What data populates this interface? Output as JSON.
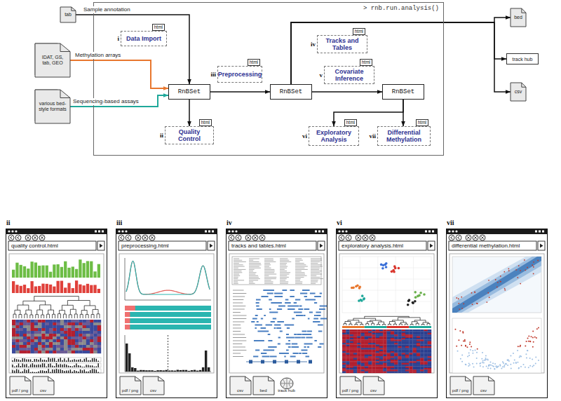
{
  "diagram": {
    "nodes": [
      {
        "text": [
          "> rnb.run.analysis()"
        ]
      },
      {
        "text": [
          "tab"
        ]
      },
      {
        "text": [
          "IDAT, GS, tab, GEO"
        ]
      },
      {
        "text": [
          "various bed-style formats"
        ]
      },
      {
        "text": [
          "i",
          "Data Import",
          "html"
        ],
        "in": 0
      },
      {
        "text": [
          "RnBSet"
        ],
        "in": 0
      },
      {
        "text": [
          "ii",
          "Quality Control",
          "html"
        ],
        "in": 0
      },
      {
        "text": [
          "iii",
          "Preprocessing",
          "html"
        ],
        "in": 0
      },
      {
        "text": [
          "RnBSet"
        ],
        "in": 0
      },
      {
        "text": [
          "iv",
          "Tracks and Tables",
          "html"
        ],
        "in": 0
      },
      {
        "text": [
          "v",
          "Covariate Inference",
          "html"
        ],
        "in": 0
      },
      {
        "text": [
          "RnBSet"
        ],
        "in": 0
      },
      {
        "text": [
          "vi",
          "Exploratory Analysis",
          "html"
        ],
        "in": 0
      },
      {
        "text": [
          "vii",
          "Differential Methylation",
          "html"
        ],
        "in": 0
      },
      {
        "text": [
          "bed"
        ]
      },
      {
        "text": [
          "track hub"
        ]
      },
      {
        "text": [
          "csv"
        ]
      },
      {
        "text": [
          "ii",
          "quality control.html"
        ]
      },
      {
        "text": [
          "pdf / png"
        ],
        "in": 17
      },
      {
        "text": [
          "csv"
        ],
        "in": 17
      },
      {
        "text": [
          "iii",
          "preprocessing.html"
        ]
      },
      {
        "text": [
          "pdf / png"
        ],
        "in": 20
      },
      {
        "text": [
          "csv"
        ],
        "in": 20
      },
      {
        "text": [
          "iv",
          "tracks and tables.html"
        ]
      },
      {
        "text": [
          "csv"
        ],
        "in": 23
      },
      {
        "text": [
          "bed"
        ],
        "in": 23
      },
      {
        "text": [
          "track hub"
        ],
        "in": 23
      },
      {
        "text": [
          "vi",
          "exploratory analysis.html"
        ]
      },
      {
        "text": [
          "pdf / png"
        ],
        "in": 27
      },
      {
        "text": [
          "csv"
        ],
        "in": 27
      },
      {
        "text": [
          "vii",
          "differential methylation.html"
        ]
      },
      {
        "text": [
          "pdf / png"
        ],
        "in": 30
      },
      {
        "text": [
          "csv"
        ],
        "in": 30
      }
    ],
    "edges": [
      {
        "from": 1,
        "to": 5,
        "label": "Sample annotation",
        "arrow": "to"
      },
      {
        "from": 2,
        "to": 5,
        "label": "Methylation arrays",
        "arrow": "to"
      },
      {
        "from": 3,
        "to": 5,
        "label": "Sequencing-based assays",
        "arrow": "to"
      },
      {
        "from": 5,
        "to": 6,
        "arrow": "to"
      },
      {
        "from": 5,
        "to": 8,
        "arrow": "to"
      },
      {
        "from": 8,
        "to": 11,
        "arrow": "to"
      },
      {
        "from": 8,
        "to": 14,
        "arrow": "to"
      },
      {
        "from": 8,
        "to": 15,
        "arrow": "to"
      },
      {
        "from": 8,
        "to": 16,
        "arrow": "to"
      },
      {
        "from": 11,
        "to": 12,
        "arrow": "to"
      },
      {
        "from": 11,
        "to": 13,
        "arrow": "to"
      }
    ]
  }
}
